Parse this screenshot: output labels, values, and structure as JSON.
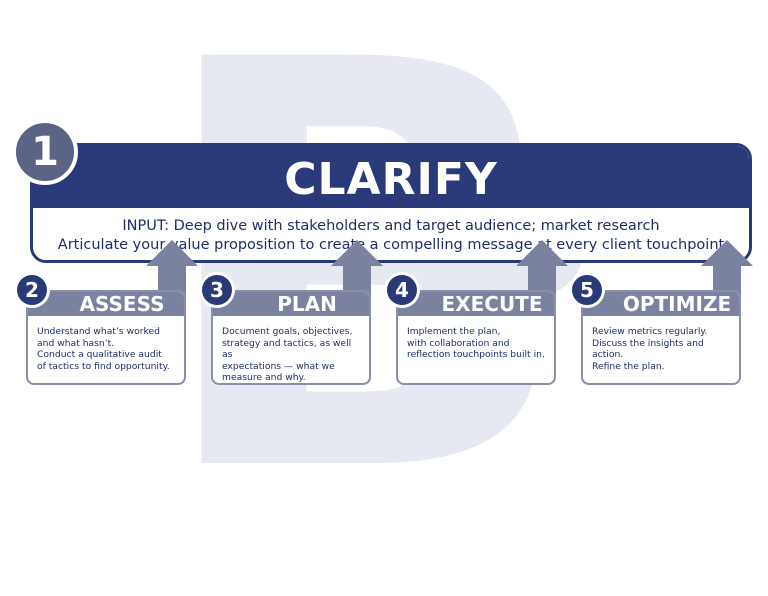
{
  "background_letter": "B",
  "clarify": {
    "number": "1",
    "title": "CLARIFY",
    "line1": "INPUT: Deep dive with stakeholders and target audience; market research",
    "line2": "Articulate your value proposition to create a compelling message at every client touchpoint"
  },
  "steps": [
    {
      "number": "2",
      "label": "ASSESS",
      "description": "Understand what’s worked\nand what hasn’t.\nConduct a qualitative audit\nof tactics to find opportunity."
    },
    {
      "number": "3",
      "label": "PLAN",
      "description": "Document goals, objectives,\nstrategy and tactics, as well as\nexpectations — what we\nmeasure and why."
    },
    {
      "number": "4",
      "label": "EXECUTE",
      "description": "Implement the plan,\nwith collaboration and\nreflection touchpoints built in."
    },
    {
      "number": "5",
      "label": "OPTIMIZE",
      "description": "Review metrics regularly.\nDiscuss the insights and action.\nRefine the plan."
    }
  ],
  "colors": {
    "primary_navy": "#2a3a78",
    "step_gray": "#7b82a0",
    "number_gray": "#5b6484",
    "watermark": "#e6e9f1"
  }
}
